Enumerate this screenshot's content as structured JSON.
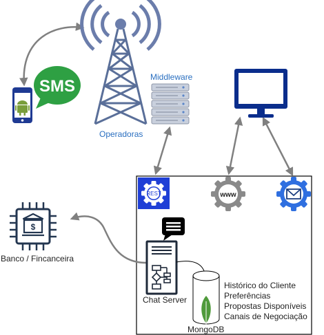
{
  "labels": {
    "sms": "SMS",
    "middleware": "Middleware",
    "operadoras": "Operadoras",
    "rest": "REST",
    "www": "www",
    "banco": "Banco / Fincanceira",
    "chat_server": "Chat Server",
    "mongodb": "MongoDB"
  },
  "db_contents": [
    "Histórico do Cliente",
    "Preferências",
    "Propostas Disponíveis",
    "Canais de Negociação"
  ],
  "colors": {
    "arrow": "#808080",
    "tower": "#5a6f99",
    "signal": "#6b7dab",
    "sms_green": "#2ea043",
    "phone_blue": "#1f3a93",
    "android_green": "#7a9e3c",
    "server_gray": "#c9d0dd",
    "monitor_blue": "#0a2d8c",
    "gear_blue": "#2f6fe0",
    "gear_dark_blue": "#1f3fd6",
    "gear_gray": "#8a8a8a",
    "bank_navy": "#233650",
    "mongo_green": "#4f9a3b",
    "box_border": "#000000",
    "label_blue": "#2a6fc0"
  },
  "icons": [
    "radio-tower-icon",
    "sms-bubble-icon",
    "android-phone-icon",
    "server-rack-icon",
    "monitor-icon",
    "rest-gear-icon",
    "www-gear-icon",
    "mail-gear-icon",
    "bank-chip-icon",
    "chat-bubble-icon",
    "flowchart-document-icon",
    "database-cylinder-icon",
    "mongodb-leaf-icon"
  ]
}
